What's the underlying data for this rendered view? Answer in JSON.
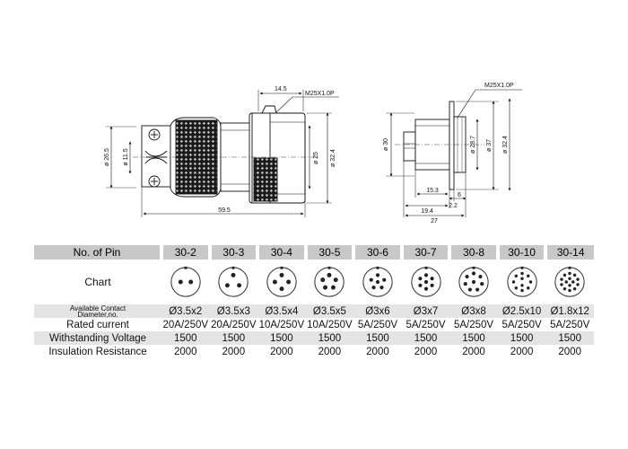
{
  "drawing": {
    "left_view": {
      "dim_top": "14.5",
      "thread": "M25X1.0P",
      "dia_outer": "ø 26.5",
      "dia_inner": "ø 11.5",
      "dia_body": "ø 25",
      "dia_flange": "ø 32.4",
      "length": "59.5"
    },
    "right_view": {
      "thread": "M25X1.0P",
      "dia_30": "ø 30",
      "dia_28_7": "ø 28.7",
      "dia_37": "ø 37",
      "dia_32_4": "ø 32.4",
      "dim_15_3": "15.3",
      "dim_6": "6",
      "dim_2_2": "2.2",
      "dim_19_4": "19.4",
      "dim_27": "27"
    }
  },
  "table": {
    "labels": {
      "no_of_pin": "No. of Pin",
      "chart": "Chart",
      "contact_line1": "Available Contact",
      "contact_line2": "Diameter,no.",
      "rated_current": "Rated current",
      "withstanding_voltage": "Withstanding Voltage",
      "insulation_resistance": "Insulation Resistance"
    },
    "columns": [
      {
        "pin": "30-2",
        "contact": "Ø3.5x2",
        "current": "20A/250V",
        "voltage": "1500",
        "resistance": "2000",
        "pins": 2
      },
      {
        "pin": "30-3",
        "contact": "Ø3.5x3",
        "current": "20A/250V",
        "voltage": "1500",
        "resistance": "2000",
        "pins": 3
      },
      {
        "pin": "30-4",
        "contact": "Ø3.5x4",
        "current": "10A/250V",
        "voltage": "1500",
        "resistance": "2000",
        "pins": 4
      },
      {
        "pin": "30-5",
        "contact": "Ø3.5x5",
        "current": "10A/250V",
        "voltage": "1500",
        "resistance": "2000",
        "pins": 5
      },
      {
        "pin": "30-6",
        "contact": "Ø3x6",
        "current": "5A/250V",
        "voltage": "1500",
        "resistance": "2000",
        "pins": 6
      },
      {
        "pin": "30-7",
        "contact": "Ø3x7",
        "current": "5A/250V",
        "voltage": "1500",
        "resistance": "2000",
        "pins": 7
      },
      {
        "pin": "30-8",
        "contact": "Ø3x8",
        "current": "5A/250V",
        "voltage": "1500",
        "resistance": "2000",
        "pins": 8
      },
      {
        "pin": "30-10",
        "contact": "Ø2.5x10",
        "current": "5A/250V",
        "voltage": "1500",
        "resistance": "2000",
        "pins": 10
      },
      {
        "pin": "30-14",
        "contact": "Ø1.8x12",
        "current": "5A/250V",
        "voltage": "1500",
        "resistance": "2000",
        "pins": 14
      }
    ]
  }
}
